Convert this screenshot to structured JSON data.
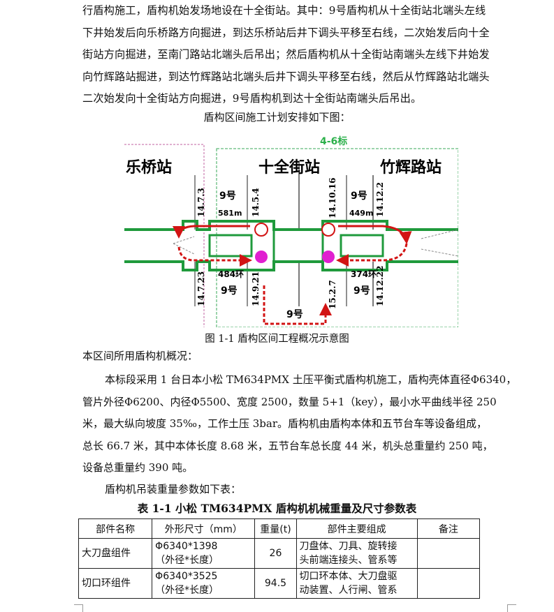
{
  "intro_lines": [
    "行盾构施工，盾构机始发场地设在十全街站。其中：9号盾构机从十全街站北端头左线",
    "下井始发后向乐桥路方向掘进，到达乐桥站后井下调头平移至右线，二次始发后向十全",
    "街站方向掘进，至南门路站北端头后吊出；然后盾构机从十全街站南端头左线下井始发",
    "向竹辉路站掘进，到达竹辉路站北端头后井下调头平移至右线，然后从竹辉路站北端头",
    "二次始发向十全街站方向掘进，9号盾构机到达十全街站南端头后吊出。"
  ],
  "plan_caption": "盾构区间施工计划安排如下图：",
  "diagram": {
    "section_label": "4-6标",
    "station_left": "乐桥站",
    "station_center": "十全街站",
    "station_right": "竹辉路站",
    "left_machine_top": "9号",
    "left_length": "581m",
    "right_machine_top": "9号",
    "right_length": "449m",
    "left_rings": "484环",
    "left_machine_bottom": "9号",
    "right_rings": "374环",
    "right_machine_bottom": "9号",
    "bottom_machine": "9号",
    "date_1": "14.7.3",
    "date_2": "14.5.4",
    "date_3": "14.10.16",
    "date_4": "14.12.2",
    "date_5": "14.7.23",
    "date_6": "14.9.21",
    "date_7": "15.2.7",
    "date_8": "14.12.22"
  },
  "figure_caption": "图 1-1 盾构区间工程概况示意图",
  "summary_title": "本区间所用盾构机概况：",
  "summary_lines": [
    "本标段采用 1 台日本小松 TM634PMX 土压平衡式盾构机施工，盾构壳体直径Φ6340，",
    "管片外径Φ6200、内径Φ5500、宽度 2500，数量 5+1（key），最小水平曲线半径 250",
    "米，最大纵向坡度 35‰，工作土压 3bar。盾构机由盾构本体和五节台车等设备组成，",
    "总长 66.7 米，其中本体长度 8.68 米，五节台车总长度 44 米，机头总重量约 250 吨，",
    "设备总重量约 390 吨。"
  ],
  "table_intro": "盾构机吊装重量参数如下表：",
  "table": {
    "title": "表 1-1 小松 TM634PMX 盾构机机械重量及尺寸参数表",
    "headers": [
      "部件名称",
      "外形尺寸（mm）",
      "重量(t)",
      "部件主要组成",
      "备注"
    ],
    "rows": [
      {
        "name": "大刀盘组件",
        "dim_1": "Φ6340*1398",
        "dim_2": "（外径*长度）",
        "weight": "26",
        "comp_1": "刀盘体、刀具、旋转接",
        "comp_2": "头前端连接头、管系等",
        "note": ""
      },
      {
        "name": "切口环组件",
        "dim_1": "Φ6340*3525",
        "dim_2": "（外径*长度）",
        "weight": "94.5",
        "comp_1": "切口环本体、大刀盘驱",
        "comp_2": "动装置、人行闸、管系",
        "note": ""
      }
    ]
  }
}
